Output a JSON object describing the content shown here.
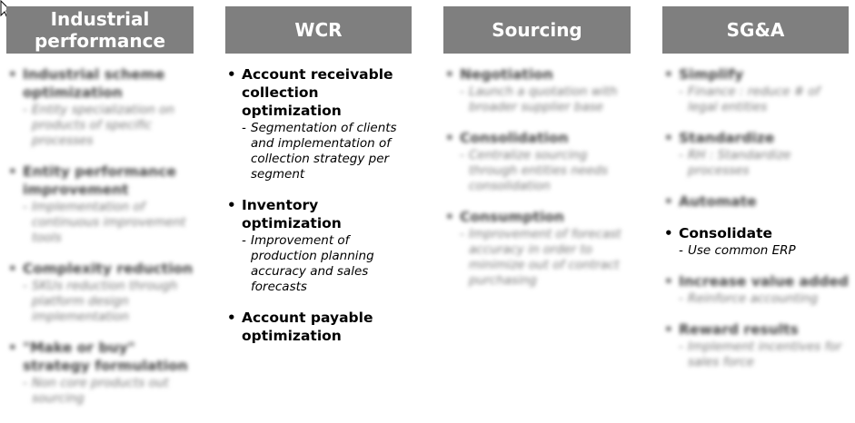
{
  "columns": [
    {
      "id": "industrial",
      "header": "Industrial performance",
      "blurred": true,
      "items": [
        {
          "title": "Industrial scheme optimization",
          "subs": [
            "Entity specialization on products of specific processes"
          ]
        },
        {
          "title": "Entity performance improvement",
          "subs": [
            "Implementation of continuous improvement tools"
          ]
        },
        {
          "title": "Complexity reduction",
          "subs": [
            "SKUs reduction through platform design implementation"
          ]
        },
        {
          "title": "\"Make or buy\" strategy formulation",
          "subs": [
            "Non core products out sourcing"
          ]
        }
      ]
    },
    {
      "id": "wcr",
      "header": "WCR",
      "blurred": false,
      "items": [
        {
          "title": "Account receivable collection optimization",
          "subs": [
            "Segmentation of clients and implementation of collection strategy per segment"
          ]
        },
        {
          "title": "Inventory optimization",
          "subs": [
            "Improvement of production planning accuracy and sales forecasts"
          ]
        },
        {
          "title": "Account payable optimization",
          "subs": []
        }
      ]
    },
    {
      "id": "sourcing",
      "header": "Sourcing",
      "blurred": true,
      "items": [
        {
          "title": "Negotiation",
          "subs": [
            "Launch a quotation with broader supplier base"
          ]
        },
        {
          "title": "Consolidation",
          "subs": [
            "Centralize sourcing through entities needs consolidation"
          ]
        },
        {
          "title": "Consumption",
          "subs": [
            "Improvement of forecast accuracy in order to minimize out of contract purchasing"
          ]
        }
      ]
    },
    {
      "id": "sga",
      "header": "SG&A",
      "blurred": true,
      "items": [
        {
          "title": "Simplify",
          "subs": [
            "Finance : reduce # of legal entities"
          ],
          "blurred": true
        },
        {
          "title": "Standardize",
          "subs": [
            "RH : Standardize processes"
          ],
          "blurred": true
        },
        {
          "title": "Automate",
          "subs": [],
          "blurred": true
        },
        {
          "title": "Consolidate",
          "subs": [
            "Use common ERP"
          ],
          "blurred": false
        },
        {
          "title": "Increase value added",
          "subs": [
            "Reinforce accounting"
          ],
          "blurred": true
        },
        {
          "title": "Reward results",
          "subs": [
            "Implement incentives for sales force"
          ],
          "blurred": true
        }
      ]
    }
  ],
  "colors": {
    "header_bg": "#7f7f7f",
    "header_text": "#ffffff"
  }
}
